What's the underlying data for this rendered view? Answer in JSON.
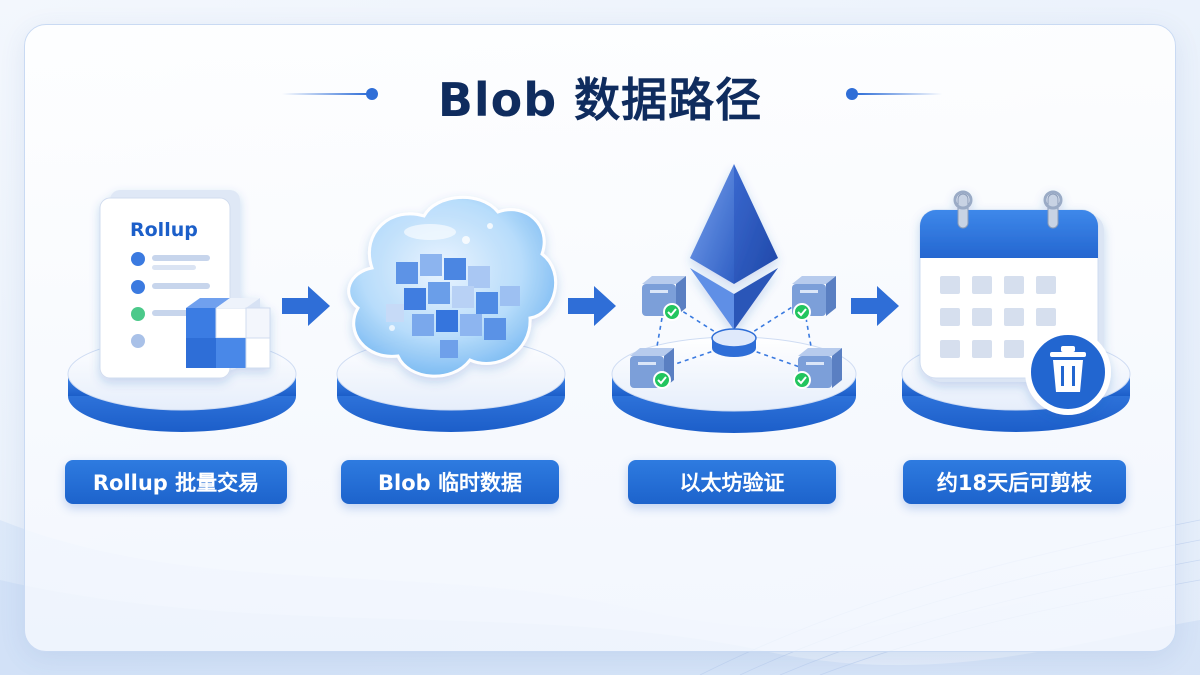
{
  "title": "Blob 数据路径",
  "steps": [
    {
      "label": "Rollup 批量交易",
      "icon": "rollup-document-icon",
      "icon_text": "Rollup"
    },
    {
      "label": "Blob 临时数据",
      "icon": "blob-cloud-icon"
    },
    {
      "label": "以太坊验证",
      "icon": "ethereum-validator-icon"
    },
    {
      "label": "约18天后可剪枝",
      "icon": "calendar-trash-icon"
    }
  ],
  "colors": {
    "accent": "#2f6ed7",
    "label_bg": "#1d63cc",
    "title": "#0f2c5e",
    "check": "#22c55e"
  }
}
